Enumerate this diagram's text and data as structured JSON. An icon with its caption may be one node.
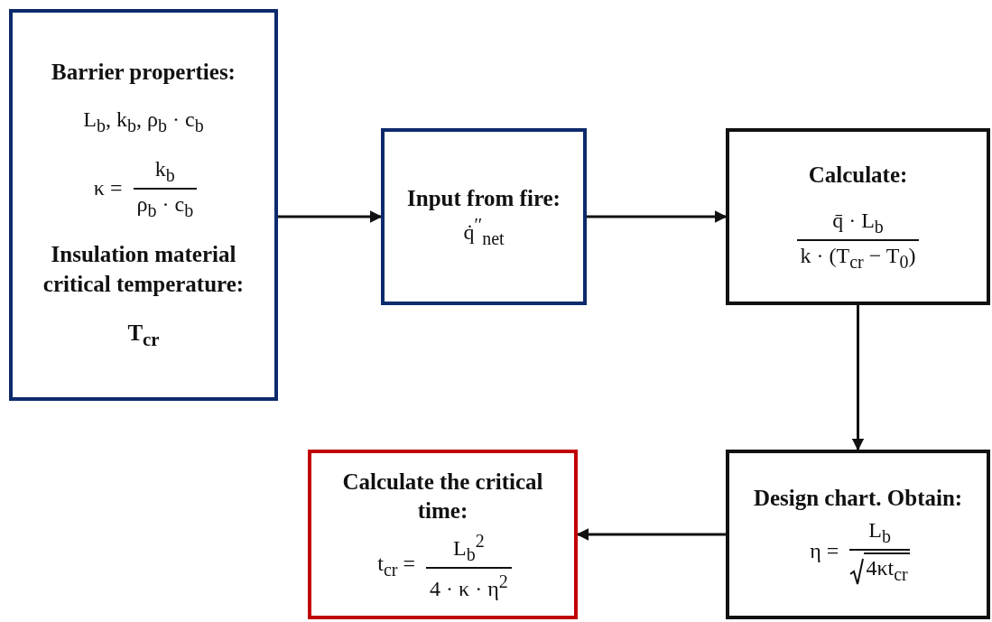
{
  "diagram": {
    "nodes": [
      {
        "text": [
          "Barrier properties:",
          "L$_{b}$, k$_{b}$, ρ$_{b}$ · c$_{b}$",
          "κ =",
          "k$_{b}$",
          "ρ$_{b}$ · c$_{b}$",
          "Insulation material critical temperature:",
          "T$_{cr}$"
        ]
      },
      {
        "text": [
          "Input from fire:",
          "q̇$^{′′}$$_{net}$"
        ]
      },
      {
        "text": [
          "Calculate:",
          "q̄ · L$_{b}$",
          "k · (T$_{cr}$ − T$_{0}$)"
        ]
      },
      {
        "text": [
          "Design chart. Obtain:",
          "η =",
          "L$_{b}$",
          "4κt$_{cr}$"
        ]
      },
      {
        "text": [
          "Calculate the critical time:",
          "t$_{cr}$ =",
          "L$_{b}$$^{2}$",
          "4 · κ · η$^{2}$"
        ]
      }
    ],
    "edges": [
      {
        "from": 0,
        "to": 1,
        "arrow": "to"
      },
      {
        "from": 1,
        "to": 2,
        "arrow": "to"
      },
      {
        "from": 2,
        "to": 3,
        "arrow": "to"
      },
      {
        "from": 3,
        "to": 4,
        "arrow": "to"
      }
    ]
  }
}
